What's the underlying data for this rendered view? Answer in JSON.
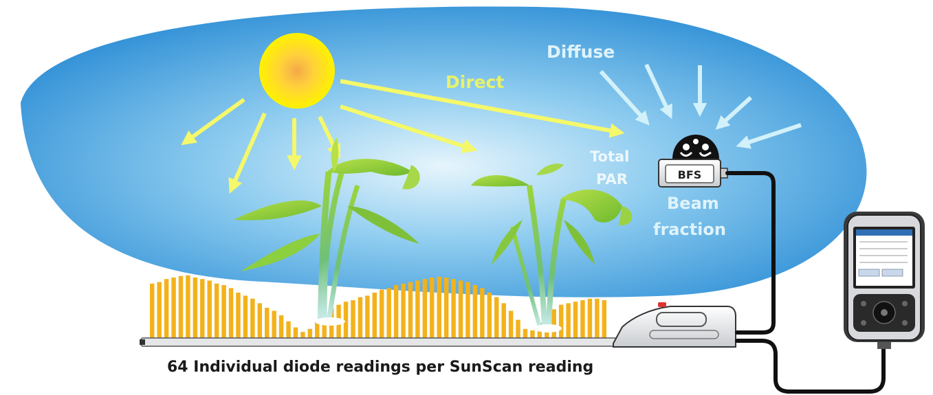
{
  "labels": {
    "diffuse": "Diffuse",
    "direct": "Direct",
    "total": "Total",
    "par": "PAR",
    "bfs": "BFS",
    "beam": "Beam",
    "fraction": "fraction"
  },
  "caption": "64 Individual diode readings per SunScan reading",
  "colors": {
    "sky": "#3a9bdc",
    "sky_light": "#cfeaf8",
    "sun": "#ffe600",
    "sun_core": "#f7b733",
    "direct_arrow": "#f4f86a",
    "diffuse_arrow": "#c8eef7",
    "bars": "#f3b21c",
    "plant": "#8cc63f",
    "label_yellow": "#e9f26a",
    "label_light": "#dff3fb"
  },
  "diode_readings": [
    0.72,
    0.74,
    0.78,
    0.8,
    0.82,
    0.83,
    0.8,
    0.78,
    0.76,
    0.72,
    0.7,
    0.66,
    0.6,
    0.56,
    0.52,
    0.46,
    0.4,
    0.36,
    0.3,
    0.22,
    0.14,
    0.08,
    0.12,
    0.22,
    0.32,
    0.4,
    0.44,
    0.48,
    0.5,
    0.54,
    0.56,
    0.6,
    0.64,
    0.66,
    0.7,
    0.72,
    0.74,
    0.76,
    0.78,
    0.8,
    0.81,
    0.8,
    0.78,
    0.76,
    0.74,
    0.7,
    0.66,
    0.6,
    0.54,
    0.46,
    0.36,
    0.24,
    0.12,
    0.1,
    0.2,
    0.3,
    0.38,
    0.44,
    0.46,
    0.48,
    0.5,
    0.52,
    0.52,
    0.5
  ]
}
